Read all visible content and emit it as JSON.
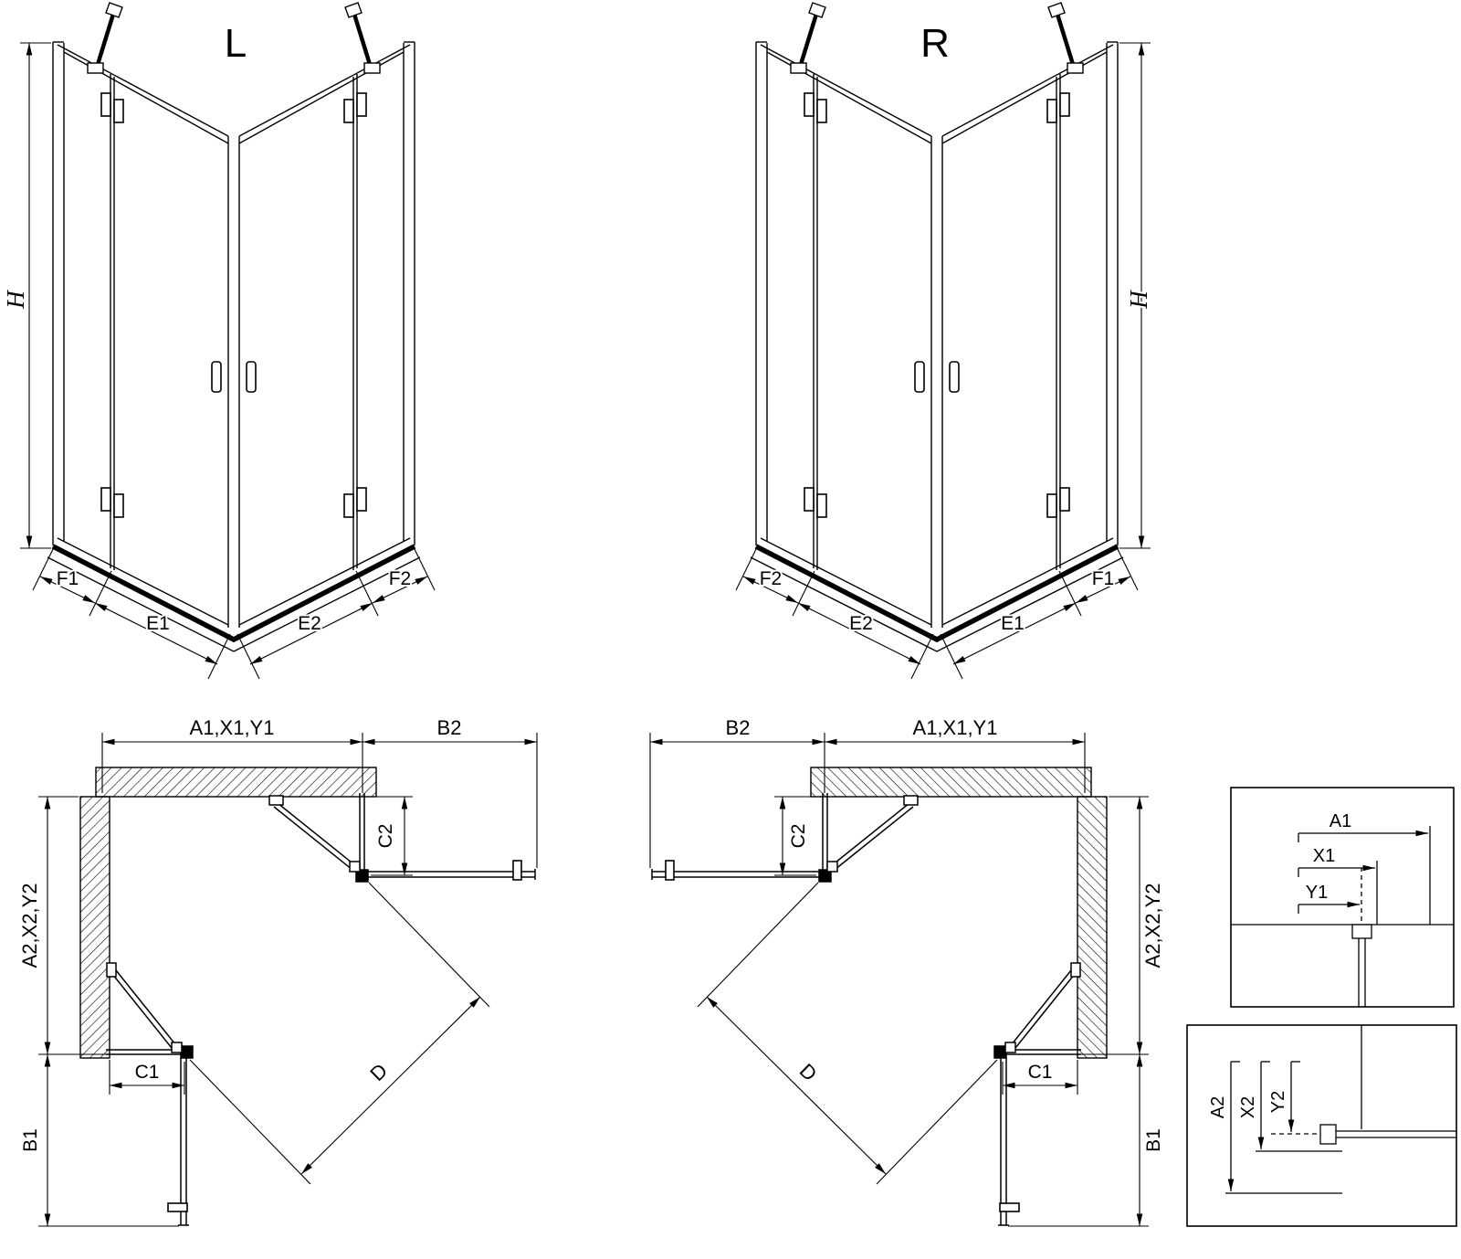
{
  "page": {
    "background": "#ffffff",
    "line_color": "#000000"
  },
  "views": {
    "front_left": {
      "title": "L",
      "dim_h": "H",
      "dim_f1": "F1",
      "dim_e1": "E1",
      "dim_e2": "E2",
      "dim_f2": "F2"
    },
    "front_right": {
      "title": "R",
      "dim_h": "H",
      "dim_f1": "F1",
      "dim_e1": "E1",
      "dim_e2": "E2",
      "dim_f2": "F2"
    },
    "plan_left": {
      "dim_width": "A1,X1,Y1",
      "dim_door_b2": "B2",
      "dim_c2": "C2",
      "dim_depth": "A2,X2,Y2",
      "dim_c1": "C1",
      "dim_door_b1": "B1",
      "dim_diagonal": "D"
    },
    "plan_right": {
      "dim_width": "A1,X1,Y1",
      "dim_door_b2": "B2",
      "dim_c2": "C2",
      "dim_depth": "A2,X2,Y2",
      "dim_c1": "C1",
      "dim_door_b1": "B1",
      "dim_diagonal": "D"
    },
    "detail_top": {
      "dim_a1": "A1",
      "dim_x1": "X1",
      "dim_y1": "Y1"
    },
    "detail_bottom": {
      "dim_a2": "A2",
      "dim_x2": "X2",
      "dim_y2": "Y2"
    }
  }
}
